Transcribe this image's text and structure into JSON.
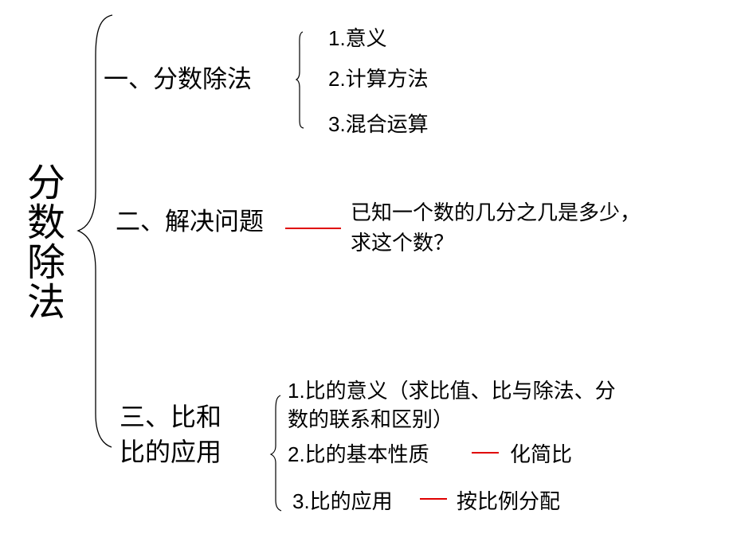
{
  "title_chars": [
    "分",
    "数",
    "除",
    "法"
  ],
  "section1": {
    "heading": "一、分数除法",
    "items": [
      "1.意义",
      "2.计算方法",
      "3.混合运算"
    ]
  },
  "section2": {
    "heading": "二、解决问题",
    "desc_line1": "已知一个数的几分之几是多少，",
    "desc_line2": "求这个数？"
  },
  "section3": {
    "heading_line1": "三、比和",
    "heading_line2": "比的应用",
    "item1_line1": "1.比的意义（求比值、比与除法、分",
    "item1_line2": "数的联系和区别）",
    "item2": "2.比的基本性质",
    "item2_result": "化简比",
    "item3": "3.比的应用",
    "item3_result": "按比例分配"
  },
  "colors": {
    "connector": "#e00000",
    "text": "#000000"
  }
}
